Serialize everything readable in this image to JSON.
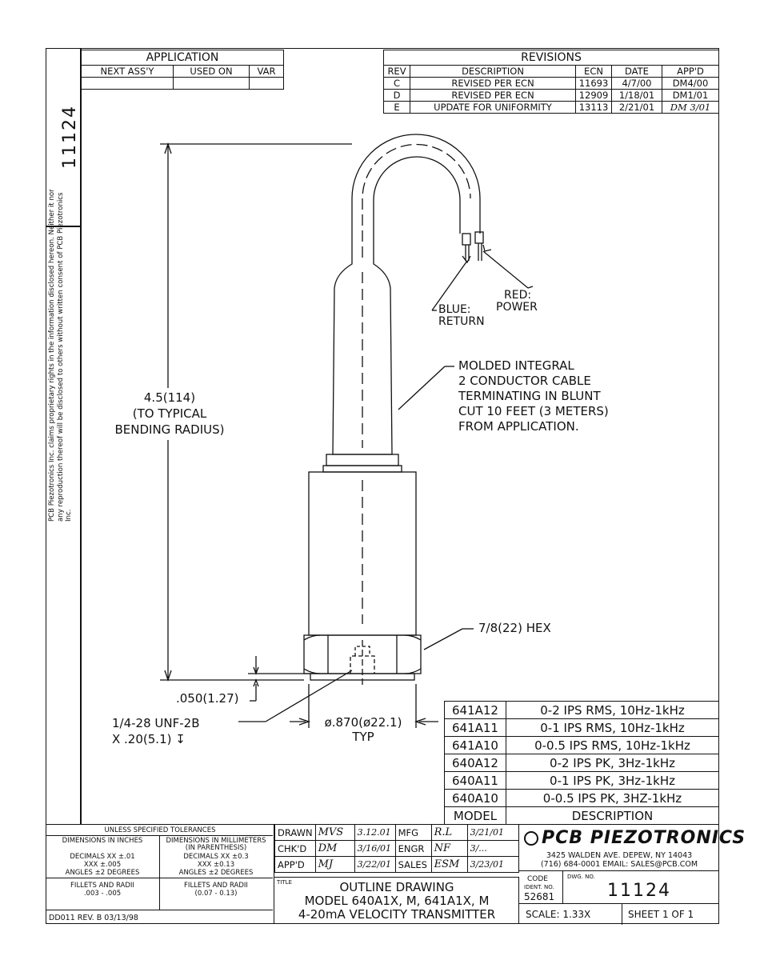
{
  "drawing_number_side": "11124",
  "proprietary_note": "PCB Piezotronics Inc. claims proprietary rights in the information disclosed hereon. Neither it nor any reproduction thereof will be disclosed to others without written consent of PCB Piezotronics Inc.",
  "application": {
    "title": "APPLICATION",
    "headers": [
      "NEXT ASS'Y",
      "USED ON",
      "VAR"
    ]
  },
  "revisions": {
    "title": "REVISIONS",
    "headers": [
      "REV",
      "DESCRIPTION",
      "ECN",
      "DATE",
      "APP'D"
    ],
    "rows": [
      [
        "C",
        "REVISED PER ECN",
        "11693",
        "4/7/00",
        "DM4/00"
      ],
      [
        "D",
        "REVISED PER ECN",
        "12909",
        "1/18/01",
        "DM1/01"
      ],
      [
        "E",
        "UPDATE FOR UNIFORMITY",
        "13113",
        "2/21/01",
        "DM 3/01"
      ]
    ]
  },
  "callouts": {
    "red_power": [
      "RED:",
      "POWER"
    ],
    "blue_return": [
      "BLUE:",
      "RETURN"
    ],
    "cable": [
      "MOLDED INTEGRAL",
      "2 CONDUCTOR CABLE",
      "TERMINATING IN BLUNT",
      "CUT 10 FEET (3 METERS)",
      "FROM APPLICATION."
    ],
    "height": [
      "4.5(114)",
      "(TO TYPICAL",
      "BENDING RADIUS)"
    ],
    "hex": "7/8(22) HEX",
    "base_gap": ".050(1.27)",
    "thread": [
      "1/4-28 UNF-2B",
      "X .20(5.1) ↧"
    ],
    "diameter": [
      "ø.870(ø22.1)",
      "TYP"
    ]
  },
  "models": {
    "rows": [
      [
        "641A12",
        "0-2 IPS RMS, 10Hz-1kHz"
      ],
      [
        "641A11",
        "0-1 IPS RMS, 10Hz-1kHz"
      ],
      [
        "641A10",
        "0-0.5 IPS RMS, 10Hz-1kHz"
      ],
      [
        "640A12",
        "0-2 IPS PK, 3Hz-1kHz"
      ],
      [
        "640A11",
        "0-1 IPS PK, 3Hz-1kHz"
      ],
      [
        "640A10",
        "0-0.5 IPS PK, 3HZ-1kHz"
      ]
    ],
    "header": [
      "MODEL",
      "DESCRIPTION"
    ]
  },
  "tolerances": {
    "title": "UNLESS SPECIFIED TOLERANCES",
    "inches_header": "DIMENSIONS IN INCHES",
    "mm_header": [
      "DIMENSIONS IN MILLIMETERS",
      "(IN PARENTHESIS)"
    ],
    "inches": [
      "DECIMALS  XX ±.01",
      "XXX ±.005",
      "ANGLES ±2 DEGREES"
    ],
    "mm": [
      "DECIMALS  XX ±0.3",
      "XXX ±0.13",
      "ANGLES ±2 DEGREES"
    ],
    "fillets_in": [
      "FILLETS AND RADII",
      ".003 - .005"
    ],
    "fillets_mm": [
      "FILLETS AND RADII",
      "(0.07 - 0.13)"
    ],
    "doc_ref": "DD011 REV. B 03/13/98"
  },
  "signoff": {
    "rows": [
      {
        "label": "DRAWN",
        "sig": "MVS",
        "date": "3.12.01",
        "label2": "MFG",
        "sig2": "R.L",
        "date2": "3/21/01"
      },
      {
        "label": "CHK'D",
        "sig": "DM",
        "date": "3/16/01",
        "label2": "ENGR",
        "sig2": "NF",
        "date2": "3/..."
      },
      {
        "label": "APP'D",
        "sig": "MJ",
        "date": "3/22/01",
        "label2": "SALES",
        "sig2": "ESM",
        "date2": "3/23/01"
      }
    ]
  },
  "title_block": {
    "label": "TITLE",
    "lines": [
      "OUTLINE DRAWING",
      "MODEL 640A1X, M, 641A1X, M",
      "4-20mA VELOCITY TRANSMITTER"
    ],
    "company": "PCB PIEZOTRONICS",
    "address": "3425 WALDEN AVE. DEPEW, NY 14043",
    "contact": "(716) 684-0001  EMAIL: SALES@PCB.COM",
    "code_label": "CODE",
    "ident_label": "IDENT. NO.",
    "ident": "52681",
    "dwg_label": "DWG. NO.",
    "dwg": "11124",
    "scale": "SCALE:   1.33X",
    "sheet": "SHEET 1 OF 1"
  }
}
